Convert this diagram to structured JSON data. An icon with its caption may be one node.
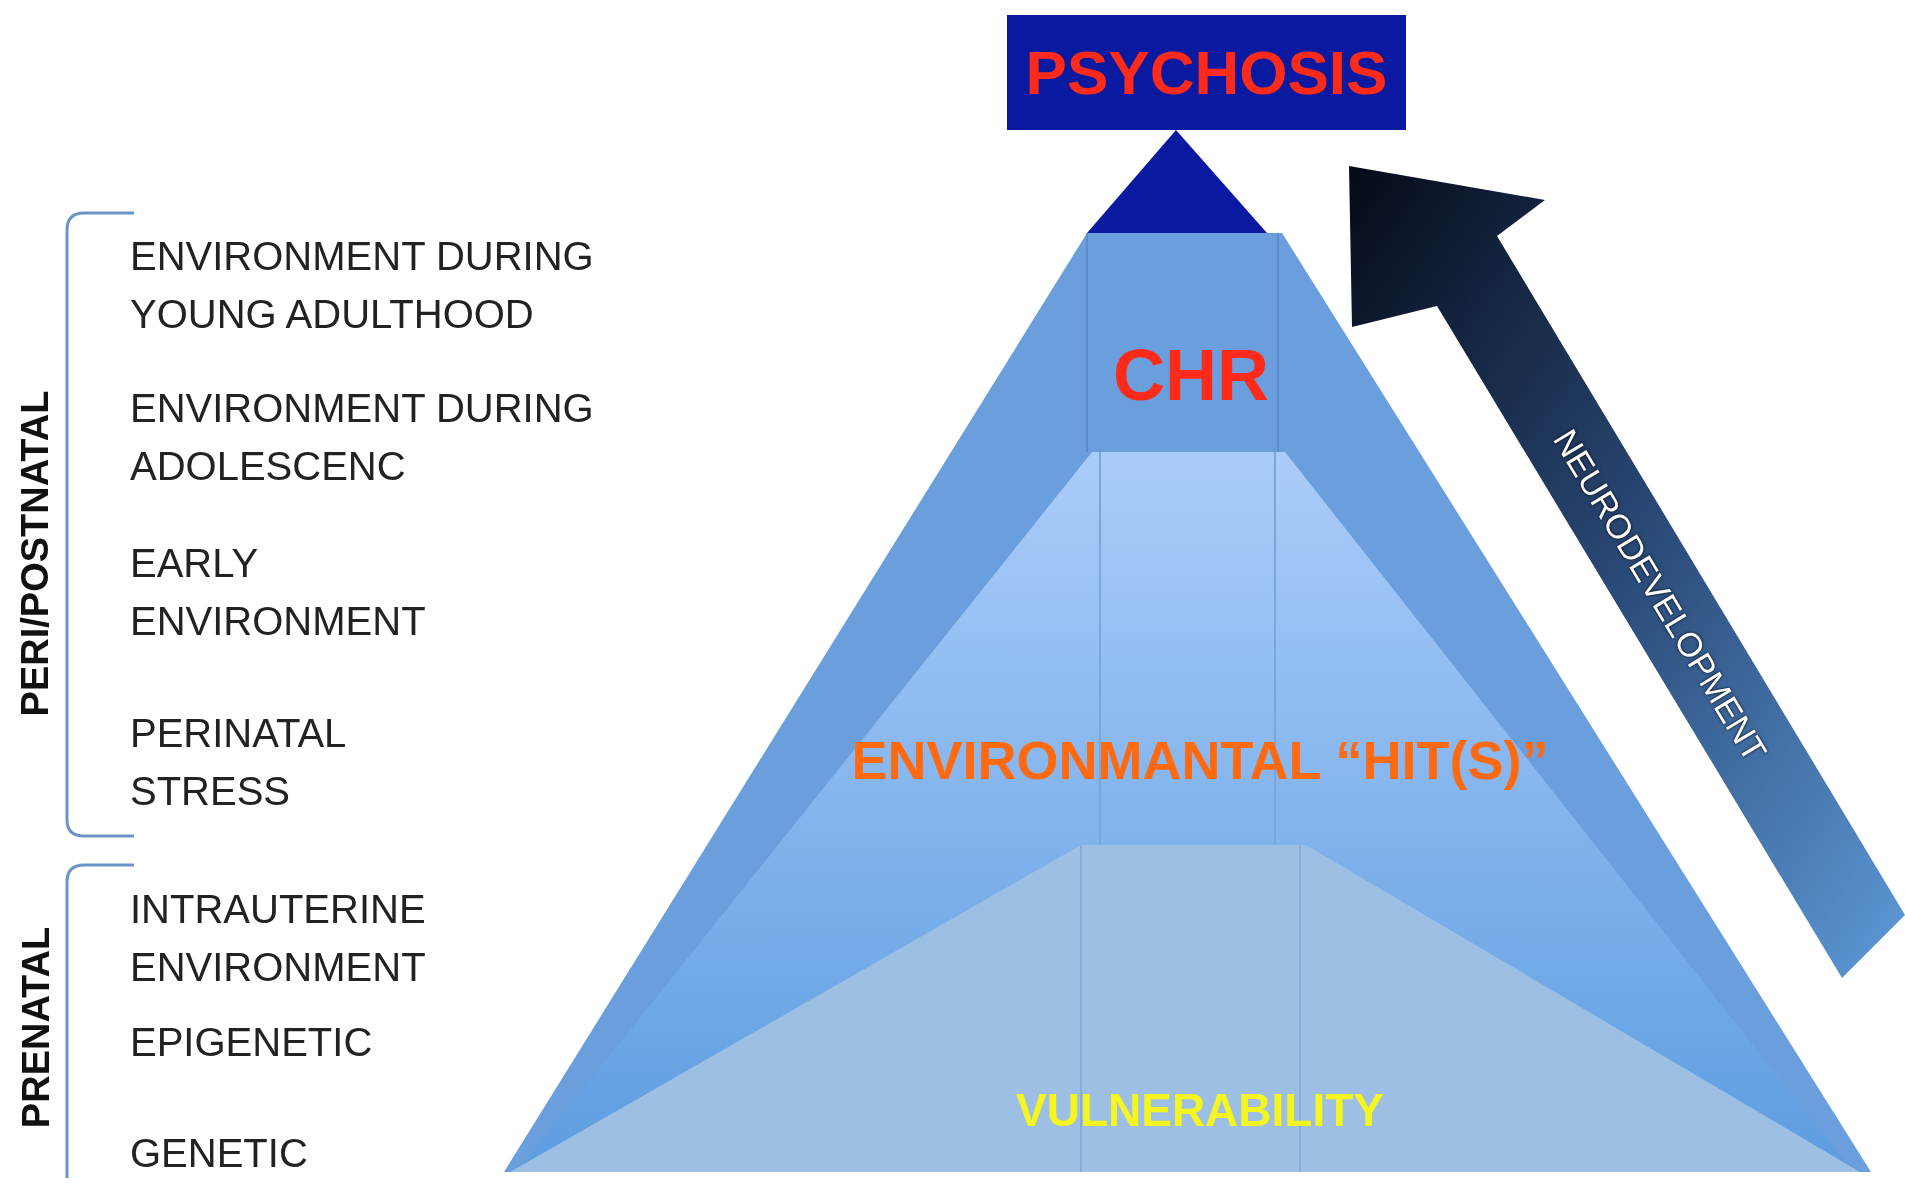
{
  "diagram": {
    "nodes": [
      {
        "text": [
          "PSYCHOSIS"
        ]
      },
      {
        "text": [
          "CHR"
        ]
      },
      {
        "text": [
          "ENVIRONMANTAL “HIT(S)”"
        ]
      },
      {
        "text": [
          "VULNERABILITY"
        ]
      }
    ],
    "labels": [
      "PERI/POSTNATAL",
      "ENVIRONMENT DURING YOUNG ADULTHOOD",
      "ENVIRONMENT DURING ADOLESCENC",
      "EARLY ENVIRONMENT",
      "PERINATAL STRESS",
      "PRENATAL",
      "INTRAUTERINE ENVIRONMENT",
      "EPIGENETIC",
      "GENETIC",
      "NEURODEVELOPMENT"
    ]
  }
}
